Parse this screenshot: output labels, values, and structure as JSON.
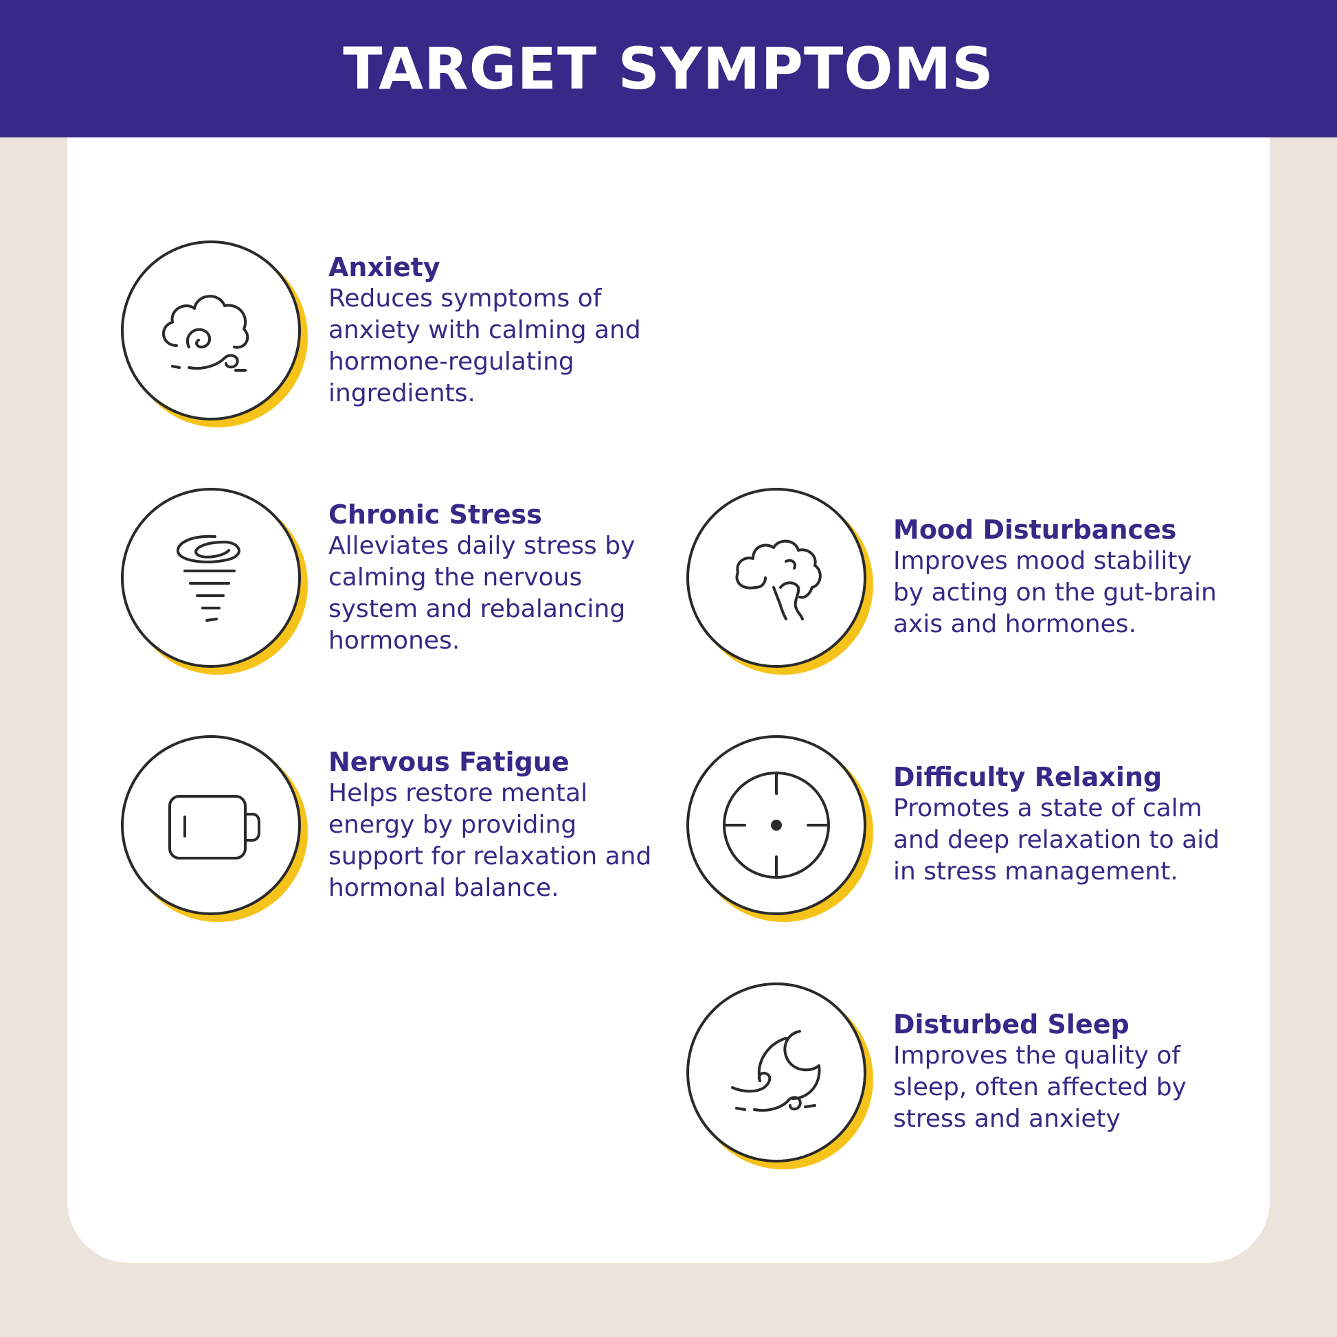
{
  "header": {
    "title": "TARGET SYMPTOMS",
    "background": "#382887"
  },
  "colors": {
    "accent_purple": "#382887",
    "accent_yellow": "#F6C31B",
    "outline": "#2A2A2A",
    "page_background": "#ECE4DA"
  },
  "items": [
    {
      "icon": "anxiety-cloud-wind-icon",
      "title": "Anxiety",
      "description": "Reduces symptoms of anxiety with calming and hormone-regulating ingredients."
    },
    {
      "icon": "tornado-icon",
      "title": "Chronic Stress",
      "description": "Alleviates daily stress by calming the nervous system and rebalancing hormones."
    },
    {
      "icon": "brain-icon",
      "title": "Mood Disturbances",
      "description": "Improves mood stability by acting on the gut-brain axis and hormones."
    },
    {
      "icon": "low-battery-icon",
      "title": "Nervous Fatigue",
      "description": "Helps restore mental energy by providing support for relaxation and hormonal balance."
    },
    {
      "icon": "target-crosshair-icon",
      "title": "Difficulty Relaxing",
      "description": "Promotes a state of calm and deep relaxation to aid in stress management."
    },
    {
      "icon": "moon-wind-icon",
      "title": "Disturbed Sleep",
      "description": "Improves the quality of sleep, often affected by stress and anxiety"
    }
  ]
}
